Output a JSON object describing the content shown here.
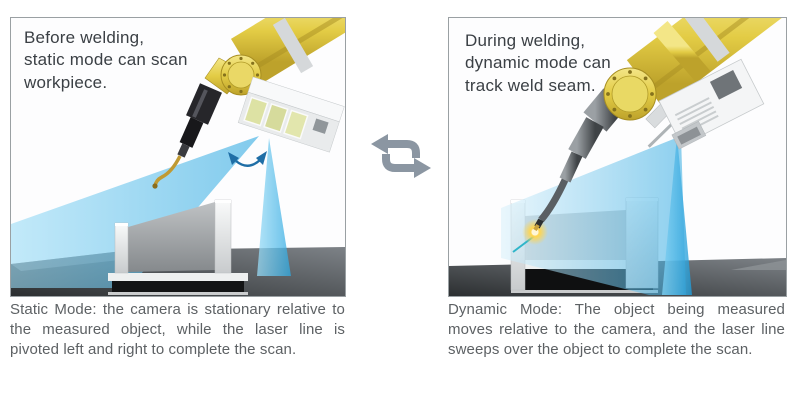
{
  "left_panel": {
    "heading": "Before welding,\nstatic mode can scan\nworkpiece.",
    "caption": "Static Mode: the camera is stationary relative to the measured object, while the laser line is pivoted left and right to complete the scan."
  },
  "right_panel": {
    "heading": "During welding,\ndynamic mode can\ntrack weld seam.",
    "caption": "Dynamic Mode: The object being measured moves relative to the camera, and the laser line sweeps over the object to complete the scan."
  },
  "swap_icon": {
    "name": "swap-arrows-icon",
    "color": "#8b96a2"
  },
  "colors": {
    "robot_yellow": "#e3cc45",
    "laser_blue": "#35aee6",
    "floor_dark": "#3a3d40",
    "workpiece_gray": "#d9dbdc",
    "heading_text": "#3b4045",
    "caption_text": "#5d6164",
    "panel_border": "#9aa0a3"
  }
}
